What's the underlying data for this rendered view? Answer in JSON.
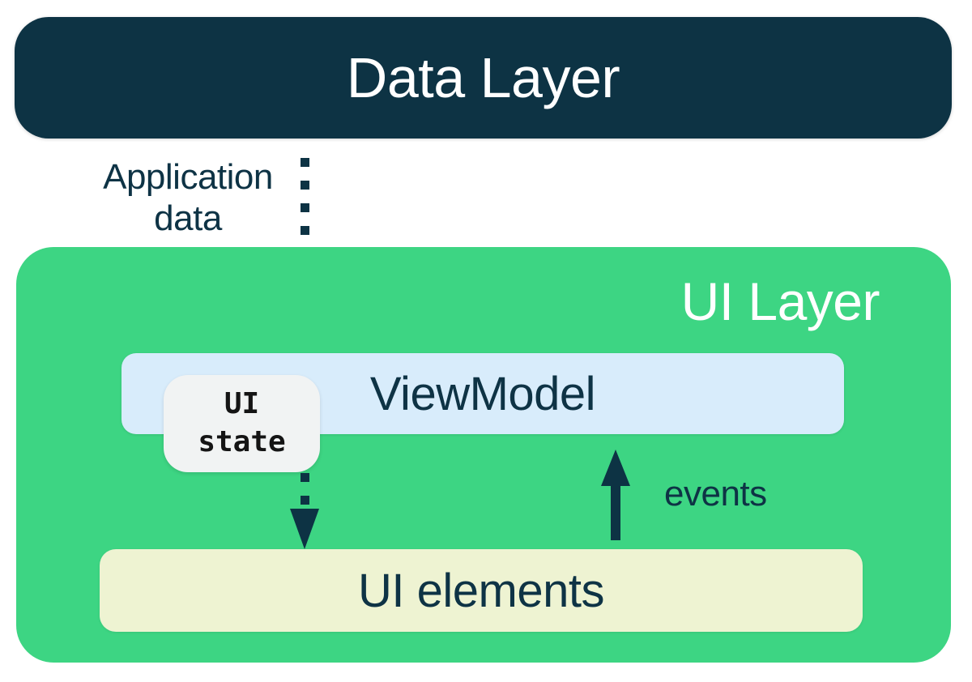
{
  "data_layer": {
    "label": "Data Layer"
  },
  "ui_layer": {
    "label": "UI Layer",
    "viewmodel_label": "ViewModel",
    "ui_state_lines": [
      "UI",
      "state"
    ],
    "ui_elements_label": "UI elements"
  },
  "annotations": {
    "application_data_lines": [
      "Application",
      "data"
    ],
    "events_label": "events"
  },
  "arrows": {
    "application_data_arrow": "dotted-down-arrow",
    "ui_state_arrow": "dotted-down-arrow",
    "events_arrow": "solid-up-arrow"
  },
  "colors": {
    "navy": "#0d3344",
    "green": "#3dd583",
    "light_blue": "#d8ecfb",
    "cream": "#eef3d2",
    "state_bg": "#f1f3f3",
    "text_navy": "#0e3345",
    "white": "#ffffff",
    "black": "#141414"
  }
}
